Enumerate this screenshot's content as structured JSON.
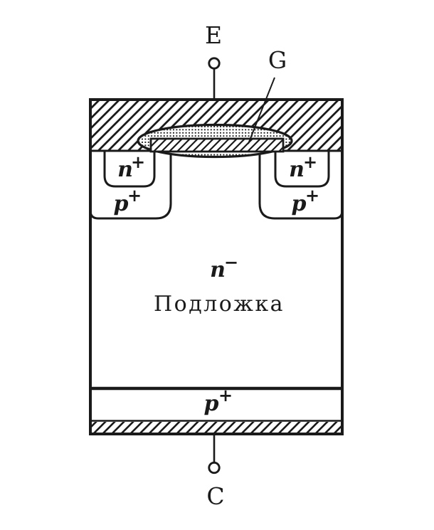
{
  "diagram": {
    "type": "semiconductor-cross-section",
    "device": "IGBT",
    "colors": {
      "ink": "#1a1a1a",
      "paper": "#ffffff"
    },
    "terminals": {
      "emitter": "E",
      "gate": "G",
      "collector": "C"
    },
    "regions": {
      "left_source_n": {
        "base": "n",
        "sup": "+"
      },
      "left_body_p": {
        "base": "p",
        "sup": "+"
      },
      "right_source_n": {
        "base": "n",
        "sup": "+"
      },
      "right_body_p": {
        "base": "p",
        "sup": "+"
      },
      "drift_n": {
        "base": "n",
        "sup": "−"
      },
      "substrate_caption": "Подложка",
      "collector_p": {
        "base": "p",
        "sup": "+"
      }
    }
  }
}
